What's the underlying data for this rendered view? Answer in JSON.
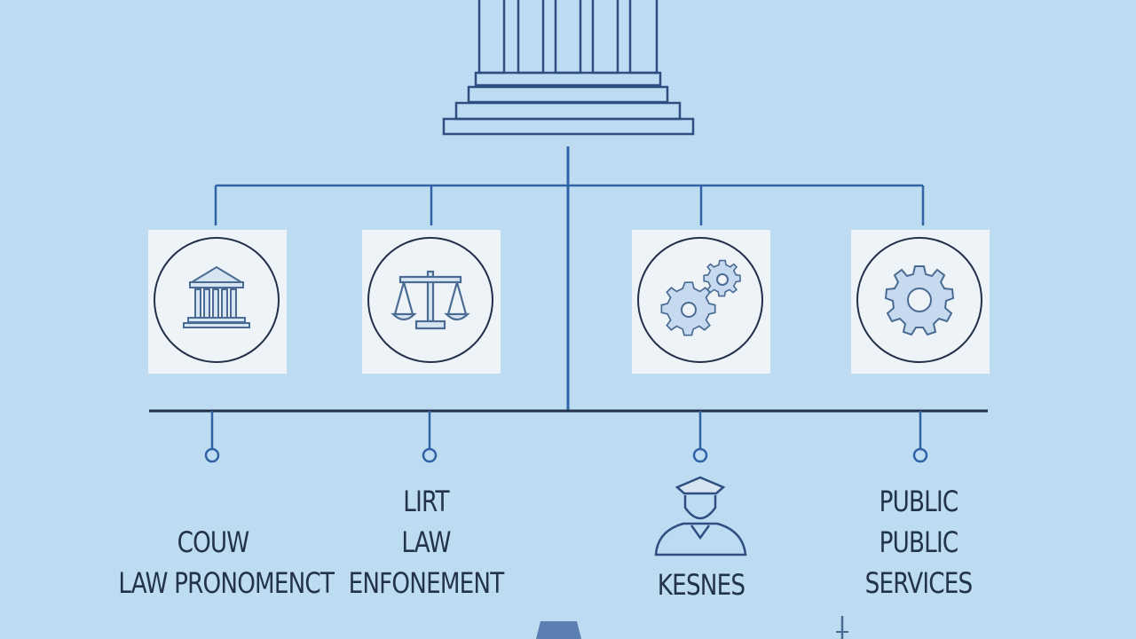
{
  "nodes": [
    {
      "id": "court",
      "lines": [
        "COUW",
        "LAW PRONOMENCT"
      ]
    },
    {
      "id": "law",
      "lines": [
        "LIRT",
        "LAW",
        "ENFONEMENT"
      ]
    },
    {
      "id": "services",
      "lines": [
        "KESNES"
      ]
    },
    {
      "id": "public",
      "lines": [
        "PUBLIC",
        "PUBLIC",
        "SERVICES"
      ]
    }
  ],
  "icons": [
    "government-building-icon",
    "courthouse-icon",
    "scales-of-justice-icon",
    "gears-icon",
    "gear-icon",
    "officer-person-icon"
  ],
  "colors": {
    "background": "#bedcf1",
    "line_blue": "#2f62a6",
    "line_dark": "#23304a",
    "card": "#eef3f8",
    "icon_fill": "#d7e5f3",
    "icon_stroke": "#4a6b93"
  }
}
